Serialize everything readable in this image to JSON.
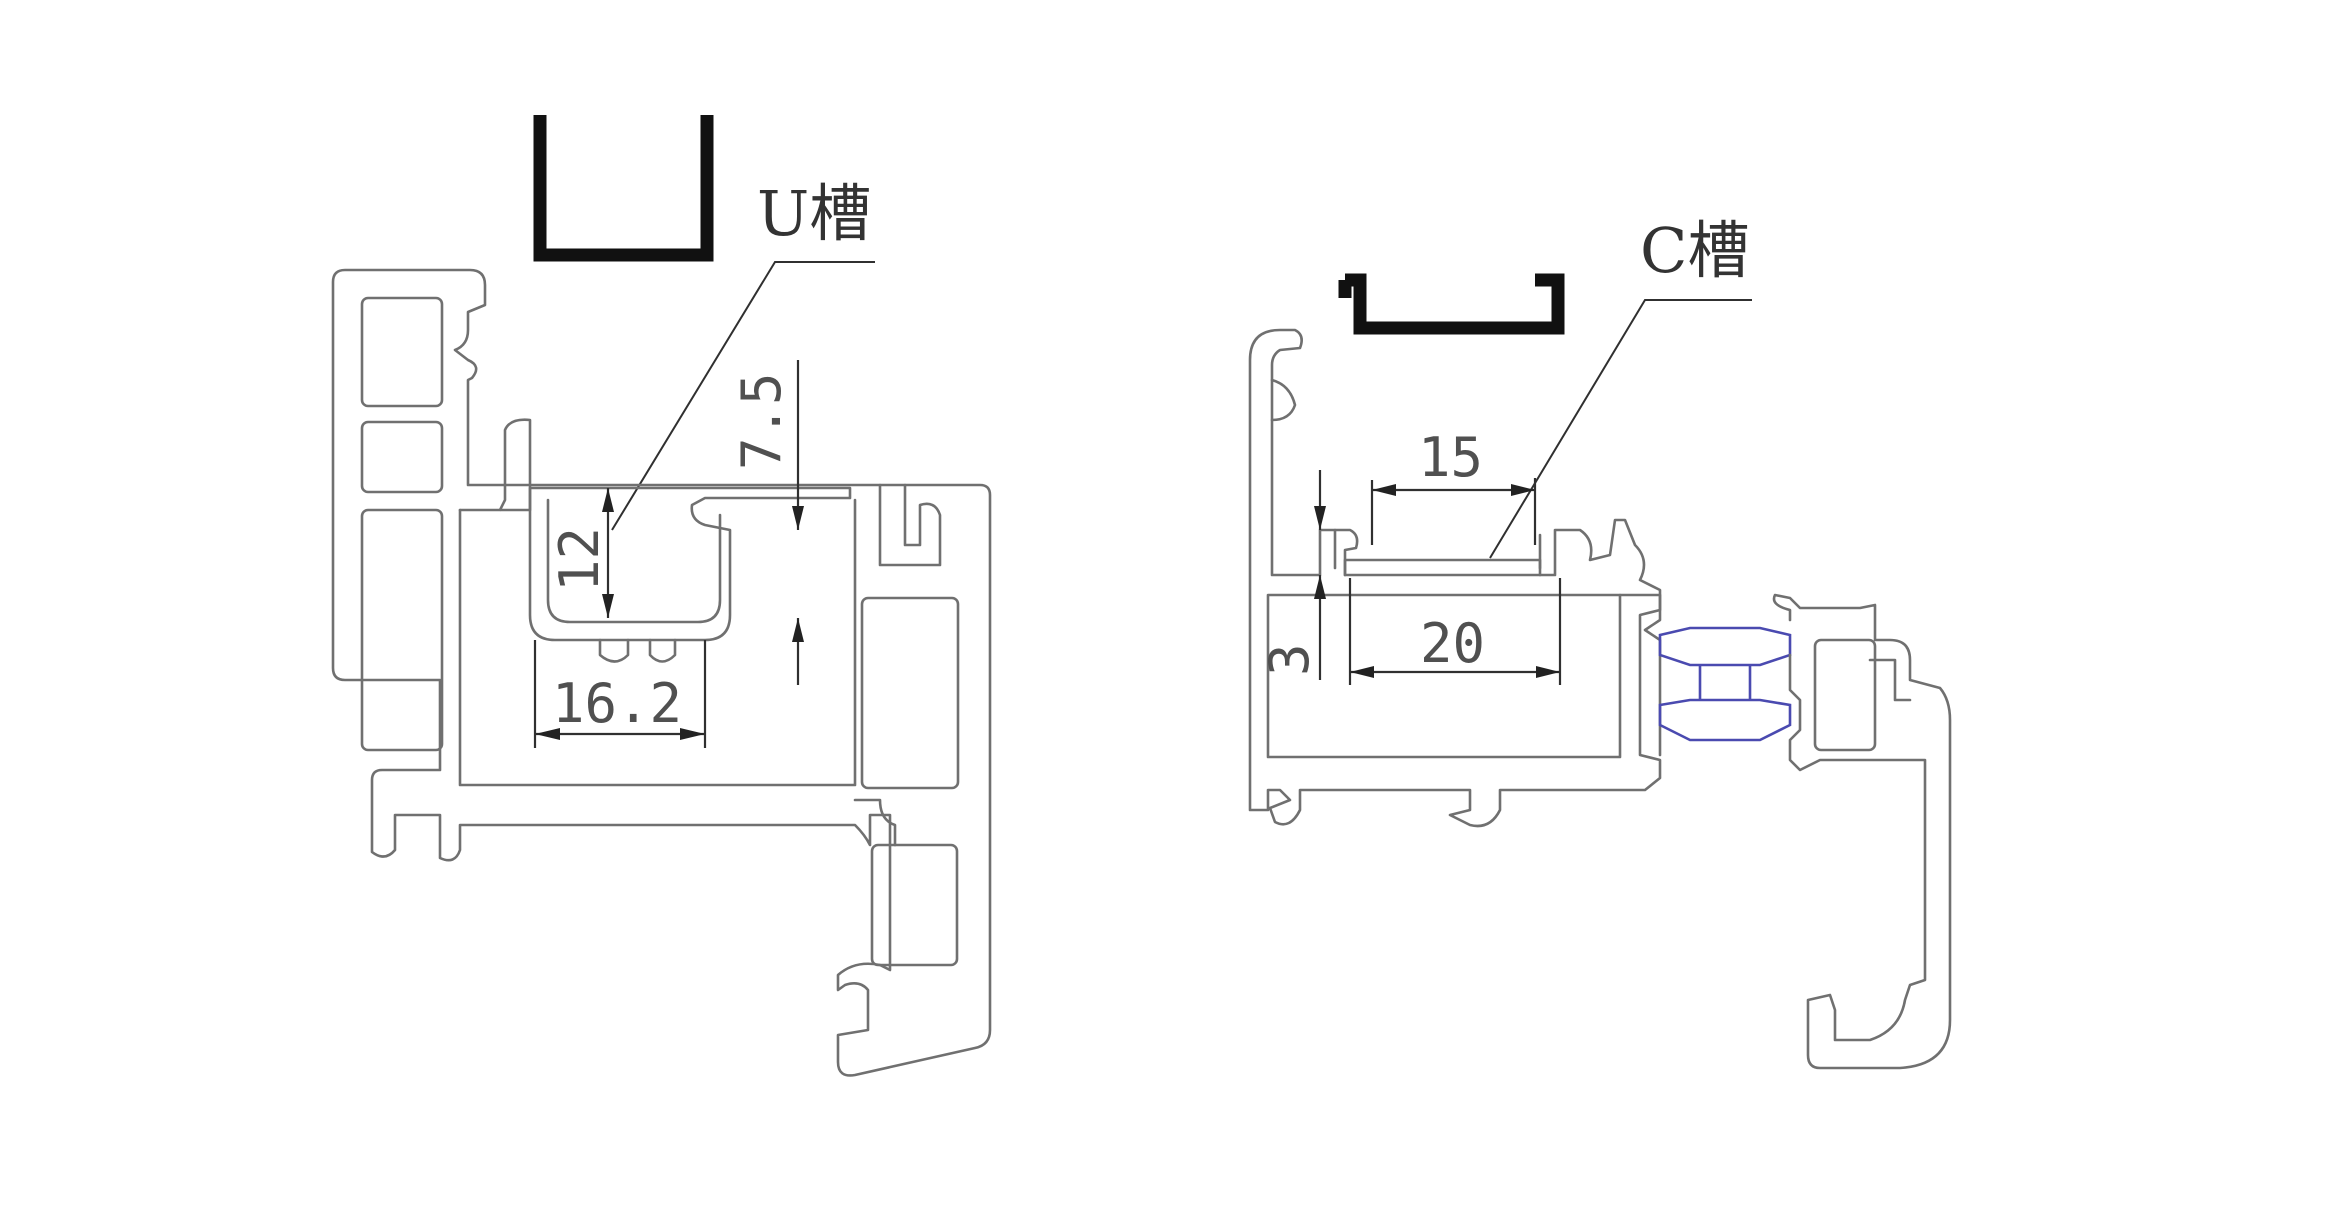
{
  "figures": [
    {
      "label": "U槽",
      "dimensions": {
        "width": "16.2",
        "height": "12",
        "depth": "7.5"
      }
    },
    {
      "label": "C槽",
      "dimensions": {
        "opening": "15",
        "inner_width": "20",
        "lip": "3"
      }
    }
  ],
  "colors": {
    "profile": "#707070",
    "channel": "#111111",
    "dimension": "#303030",
    "thermal_break": "#4a4ab0"
  }
}
